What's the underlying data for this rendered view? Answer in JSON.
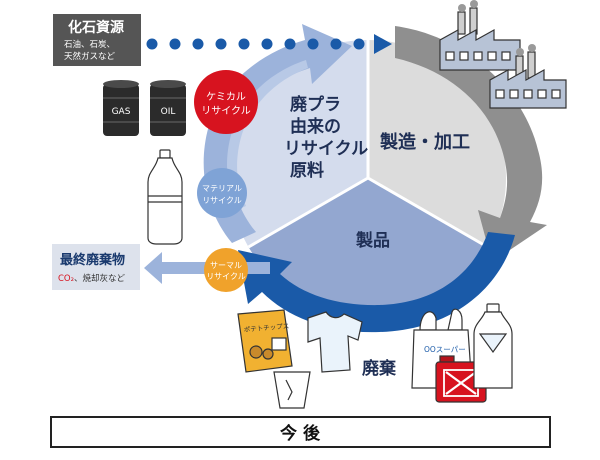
{
  "source": {
    "title": "化石資源",
    "detail_line1": "石油、石炭、",
    "detail_line2": "天然ガスなど"
  },
  "final_waste": {
    "title": "最終廃棄物",
    "co2": "CO₂",
    "rest": "、焼却灰など"
  },
  "cycle": {
    "raw_material_line1": "廃プラ",
    "raw_material_line2": "由来の",
    "raw_material_line3": "リサイクル",
    "raw_material_line4": "原料",
    "manufacturing": "製造・加工",
    "product": "製品",
    "disposal": "廃棄"
  },
  "recycle": {
    "chemical_line1": "ケミカル",
    "chemical_line2": "リサイクル",
    "material_line1": "マテリアル",
    "material_line2": "リサイクル",
    "thermal_line1": "サーマル",
    "thermal_line2": "リサイクル"
  },
  "objects": {
    "barrel_gas": "GAS",
    "barrel_oil": "OIL",
    "chips_label": "ポテトチップス",
    "bag_label": "OOスーパー"
  },
  "footer": {
    "label": "今 後"
  },
  "colors": {
    "raw_segment": "#d4dced",
    "mfg_segment": "#dcdcdc",
    "product_segment": "#93a7d0",
    "dark_blue": "#1a5aa8",
    "mid_blue": "#6b8cc5",
    "light_blue": "#9cb3db",
    "gray_arrow": "#8f8f8f",
    "chemical": "#d7131f",
    "material": "#7fa3d6",
    "thermal": "#f0a22b",
    "label_box": "#dde2ec"
  }
}
